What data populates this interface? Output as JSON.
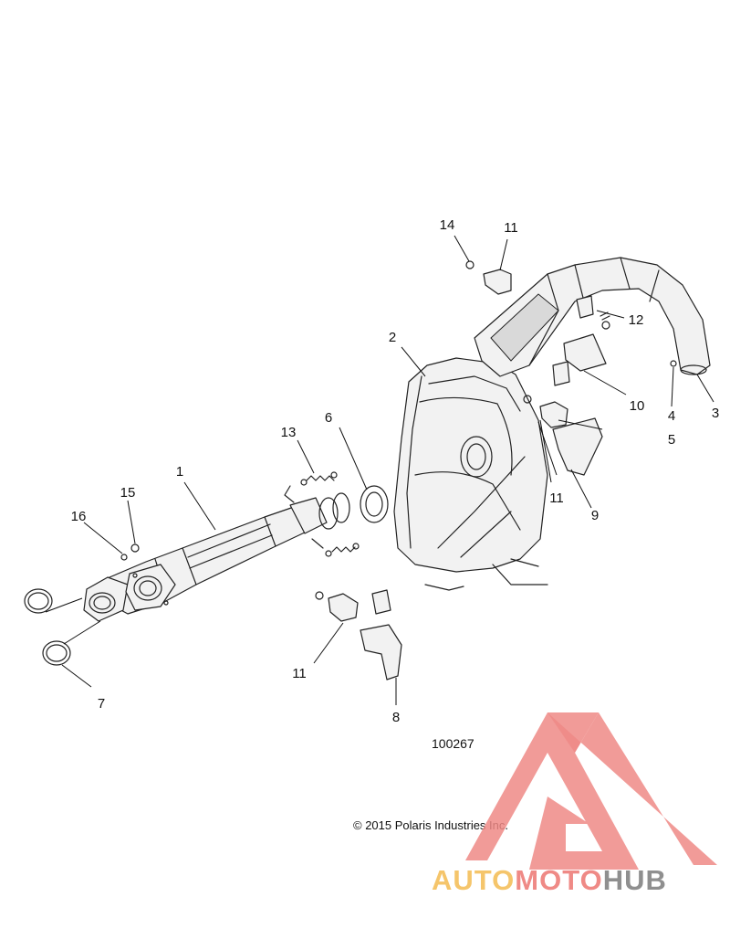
{
  "callouts": [
    {
      "id": "1",
      "label": "1"
    },
    {
      "id": "2",
      "label": "2"
    },
    {
      "id": "3",
      "label": "3"
    },
    {
      "id": "4",
      "label": "4"
    },
    {
      "id": "5",
      "label": "5"
    },
    {
      "id": "6",
      "label": "6"
    },
    {
      "id": "7",
      "label": "7"
    },
    {
      "id": "8",
      "label": "8"
    },
    {
      "id": "9",
      "label": "9"
    },
    {
      "id": "10",
      "label": "10"
    },
    {
      "id": "11a",
      "label": "11"
    },
    {
      "id": "11b",
      "label": "11"
    },
    {
      "id": "11c",
      "label": "11"
    },
    {
      "id": "12",
      "label": "12"
    },
    {
      "id": "13",
      "label": "13"
    },
    {
      "id": "14",
      "label": "14"
    },
    {
      "id": "15",
      "label": "15"
    },
    {
      "id": "16",
      "label": "16"
    }
  ],
  "drawing_number": "100267",
  "copyright": "© 2015 Polaris Industries Inc.",
  "watermark": {
    "text_part1": "AUTO",
    "text_part2": "MOTO",
    "text_part3": "HUB",
    "colors": {
      "part1": "#f5c56b",
      "part2": "#ef8a86",
      "part3": "#8f8f8f",
      "logo": "#ef8a86"
    }
  }
}
